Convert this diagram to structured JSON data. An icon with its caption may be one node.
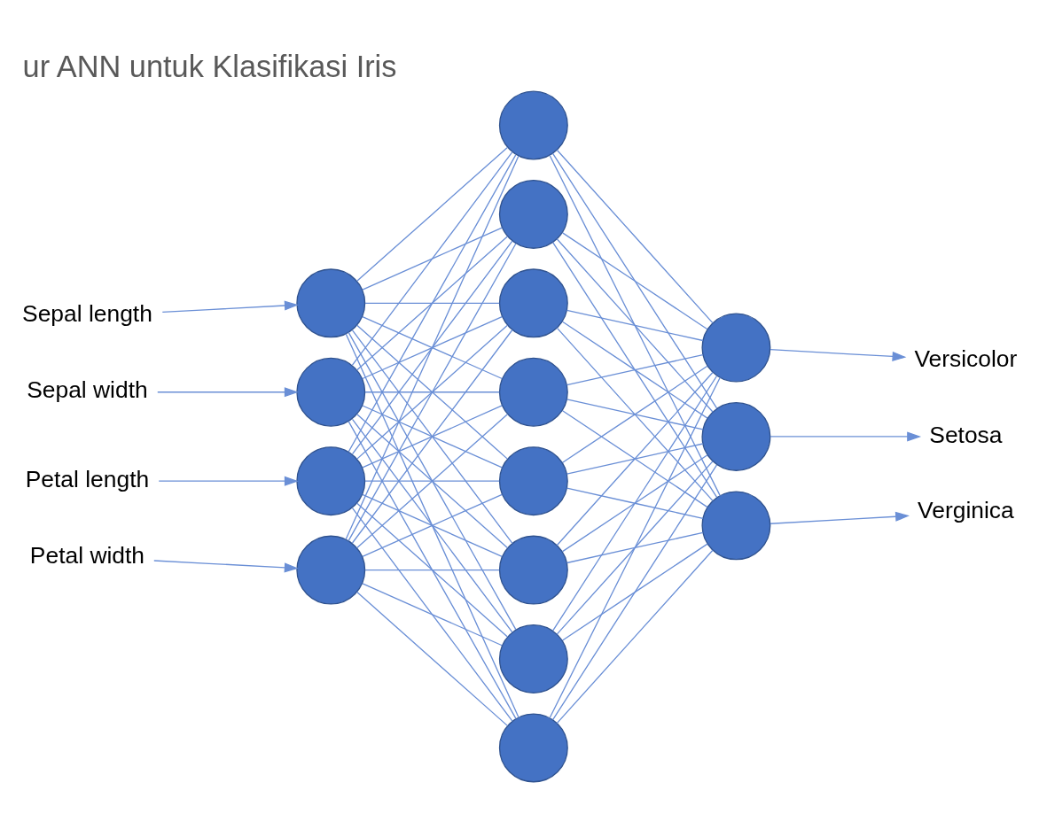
{
  "diagram": {
    "title": "ur ANN untuk Klasifikasi Iris",
    "nodes": [
      {
        "text": [
          "Sepal length"
        ]
      },
      {
        "text": [
          "Sepal width"
        ]
      },
      {
        "text": [
          "Petal length"
        ]
      },
      {
        "text": [
          "Petal width"
        ]
      },
      {
        "text": [],
        "shape": "circle"
      },
      {
        "text": [],
        "shape": "circle"
      },
      {
        "text": [],
        "shape": "circle"
      },
      {
        "text": [],
        "shape": "circle"
      },
      {
        "text": [],
        "shape": "circle"
      },
      {
        "text": [],
        "shape": "circle"
      },
      {
        "text": [],
        "shape": "circle"
      },
      {
        "text": [],
        "shape": "circle"
      },
      {
        "text": [],
        "shape": "circle"
      },
      {
        "text": [],
        "shape": "circle"
      },
      {
        "text": [],
        "shape": "circle"
      },
      {
        "text": [],
        "shape": "circle"
      },
      {
        "text": [],
        "shape": "circle"
      },
      {
        "text": [],
        "shape": "circle"
      },
      {
        "text": [],
        "shape": "circle"
      },
      {
        "text": [
          "Versicolor"
        ]
      },
      {
        "text": [
          "Setosa"
        ]
      },
      {
        "text": [
          "Verginica"
        ]
      }
    ],
    "edges": [
      {
        "from": 0,
        "to": 4,
        "arrow": "to"
      },
      {
        "from": 1,
        "to": 5,
        "arrow": "to"
      },
      {
        "from": 2,
        "to": 6,
        "arrow": "to"
      },
      {
        "from": 3,
        "to": 7,
        "arrow": "to"
      },
      {
        "from": 4,
        "to": 8,
        "arrow": "none"
      },
      {
        "from": 4,
        "to": 9,
        "arrow": "none"
      },
      {
        "from": 4,
        "to": 10,
        "arrow": "none"
      },
      {
        "from": 4,
        "to": 11,
        "arrow": "none"
      },
      {
        "from": 4,
        "to": 12,
        "arrow": "none"
      },
      {
        "from": 4,
        "to": 13,
        "arrow": "none"
      },
      {
        "from": 4,
        "to": 14,
        "arrow": "none"
      },
      {
        "from": 4,
        "to": 15,
        "arrow": "none"
      },
      {
        "from": 5,
        "to": 8,
        "arrow": "none"
      },
      {
        "from": 5,
        "to": 9,
        "arrow": "none"
      },
      {
        "from": 5,
        "to": 10,
        "arrow": "none"
      },
      {
        "from": 5,
        "to": 11,
        "arrow": "none"
      },
      {
        "from": 5,
        "to": 12,
        "arrow": "none"
      },
      {
        "from": 5,
        "to": 13,
        "arrow": "none"
      },
      {
        "from": 5,
        "to": 14,
        "arrow": "none"
      },
      {
        "from": 5,
        "to": 15,
        "arrow": "none"
      },
      {
        "from": 6,
        "to": 8,
        "arrow": "none"
      },
      {
        "from": 6,
        "to": 9,
        "arrow": "none"
      },
      {
        "from": 6,
        "to": 10,
        "arrow": "none"
      },
      {
        "from": 6,
        "to": 11,
        "arrow": "none"
      },
      {
        "from": 6,
        "to": 12,
        "arrow": "none"
      },
      {
        "from": 6,
        "to": 13,
        "arrow": "none"
      },
      {
        "from": 6,
        "to": 14,
        "arrow": "none"
      },
      {
        "from": 6,
        "to": 15,
        "arrow": "none"
      },
      {
        "from": 7,
        "to": 8,
        "arrow": "none"
      },
      {
        "from": 7,
        "to": 9,
        "arrow": "none"
      },
      {
        "from": 7,
        "to": 10,
        "arrow": "none"
      },
      {
        "from": 7,
        "to": 11,
        "arrow": "none"
      },
      {
        "from": 7,
        "to": 12,
        "arrow": "none"
      },
      {
        "from": 7,
        "to": 13,
        "arrow": "none"
      },
      {
        "from": 7,
        "to": 14,
        "arrow": "none"
      },
      {
        "from": 7,
        "to": 15,
        "arrow": "none"
      },
      {
        "from": 8,
        "to": 16,
        "arrow": "none"
      },
      {
        "from": 8,
        "to": 17,
        "arrow": "none"
      },
      {
        "from": 8,
        "to": 18,
        "arrow": "none"
      },
      {
        "from": 9,
        "to": 16,
        "arrow": "none"
      },
      {
        "from": 9,
        "to": 17,
        "arrow": "none"
      },
      {
        "from": 9,
        "to": 18,
        "arrow": "none"
      },
      {
        "from": 10,
        "to": 16,
        "arrow": "none"
      },
      {
        "from": 10,
        "to": 17,
        "arrow": "none"
      },
      {
        "from": 10,
        "to": 18,
        "arrow": "none"
      },
      {
        "from": 11,
        "to": 16,
        "arrow": "none"
      },
      {
        "from": 11,
        "to": 17,
        "arrow": "none"
      },
      {
        "from": 11,
        "to": 18,
        "arrow": "none"
      },
      {
        "from": 12,
        "to": 16,
        "arrow": "none"
      },
      {
        "from": 12,
        "to": 17,
        "arrow": "none"
      },
      {
        "from": 12,
        "to": 18,
        "arrow": "none"
      },
      {
        "from": 13,
        "to": 16,
        "arrow": "none"
      },
      {
        "from": 13,
        "to": 17,
        "arrow": "none"
      },
      {
        "from": 13,
        "to": 18,
        "arrow": "none"
      },
      {
        "from": 14,
        "to": 16,
        "arrow": "none"
      },
      {
        "from": 14,
        "to": 17,
        "arrow": "none"
      },
      {
        "from": 14,
        "to": 18,
        "arrow": "none"
      },
      {
        "from": 15,
        "to": 16,
        "arrow": "none"
      },
      {
        "from": 15,
        "to": 17,
        "arrow": "none"
      },
      {
        "from": 15,
        "to": 18,
        "arrow": "none"
      },
      {
        "from": 16,
        "to": 19,
        "arrow": "to"
      },
      {
        "from": 17,
        "to": 20,
        "arrow": "to"
      },
      {
        "from": 18,
        "to": 21,
        "arrow": "to"
      }
    ]
  }
}
